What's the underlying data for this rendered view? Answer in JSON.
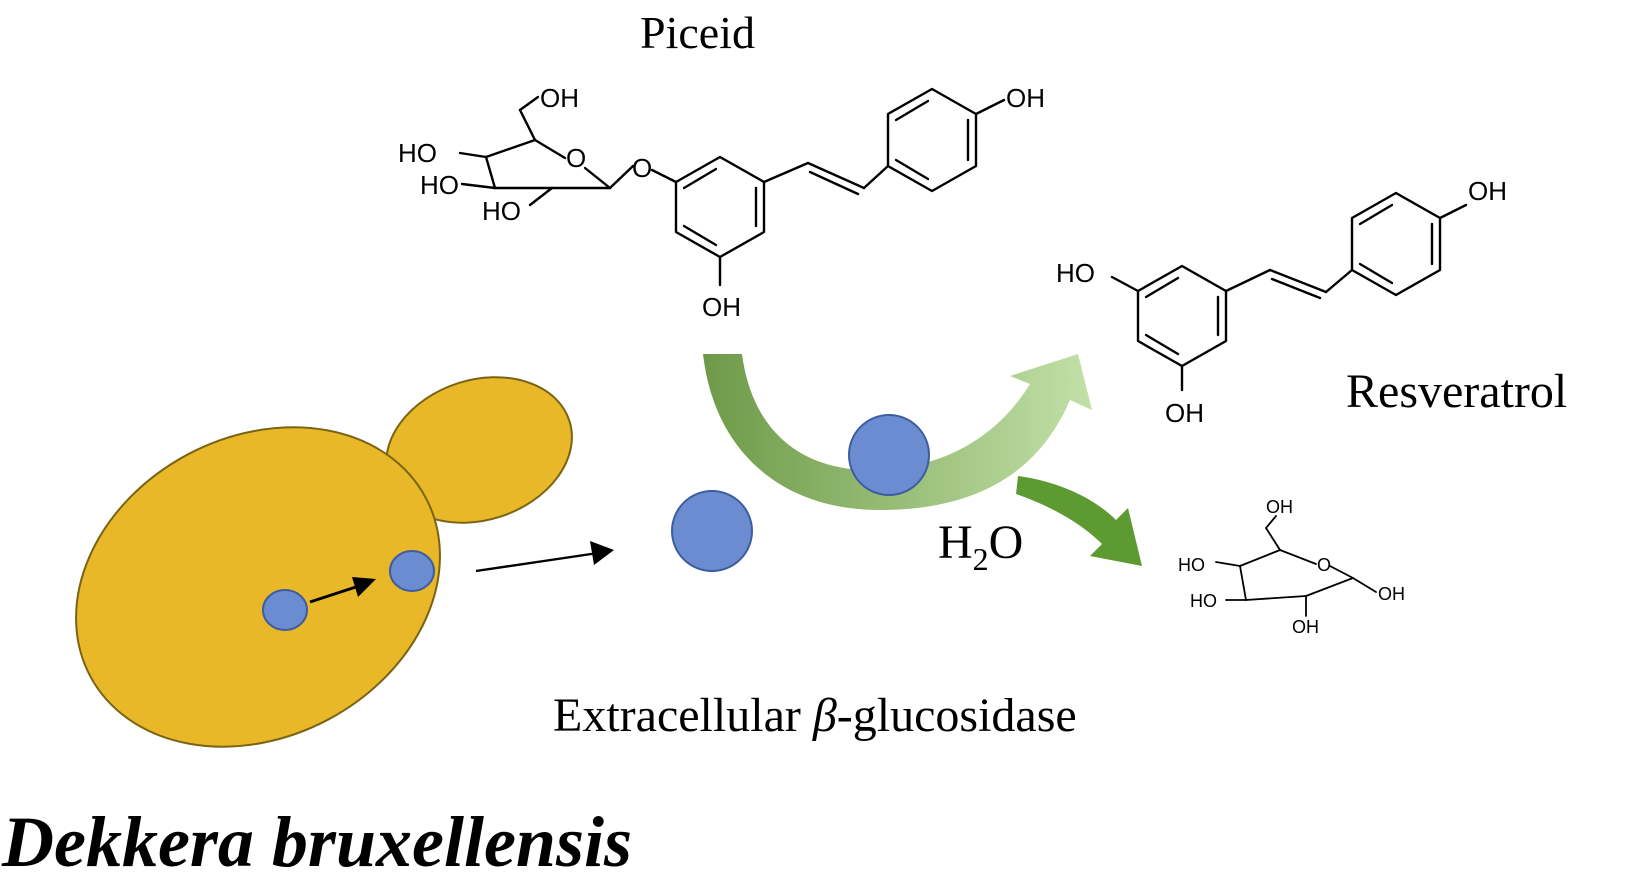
{
  "compounds": {
    "piceid": {
      "name": "Piceid",
      "labels": {
        "oh_top": "OH",
        "ho_sugar_1": "HO",
        "ho_sugar_2": "HO",
        "ho_sugar_3": "HO",
        "ch2oh": "OH",
        "ring_o": "O",
        "glyco_o": "O",
        "oh_phenol_4": "OH",
        "oh_bottom": "OH"
      }
    },
    "resveratrol": {
      "name": "Resveratrol",
      "labels": {
        "ho_left": "HO",
        "oh_right": "OH",
        "oh_bottom": "OH"
      }
    },
    "glucose": {
      "labels": {
        "ch2oh": "OH",
        "ring_o": "O",
        "ho_1": "HO",
        "ho_2": "HO",
        "oh_anomeric": "OH",
        "oh_bottom": "OH"
      }
    }
  },
  "reaction": {
    "water": {
      "base": "H",
      "subscript": "2",
      "suffix": "O"
    },
    "enzyme_label": {
      "prefix": "Extracellular ",
      "symbol": "β",
      "suffix": "-glucosidase"
    }
  },
  "organism": {
    "name": "Dekkera bruxellensis"
  },
  "colors": {
    "cell_fill": "#E8B828",
    "cell_stroke": "#7A6414",
    "enzyme_fill": "#6B8CD0",
    "enzyme_stroke": "#3E5D9E",
    "arrow_dark": "#6E9A48",
    "arrow_light": "#C2E0A8",
    "water_arrow": "#5E9A32"
  }
}
